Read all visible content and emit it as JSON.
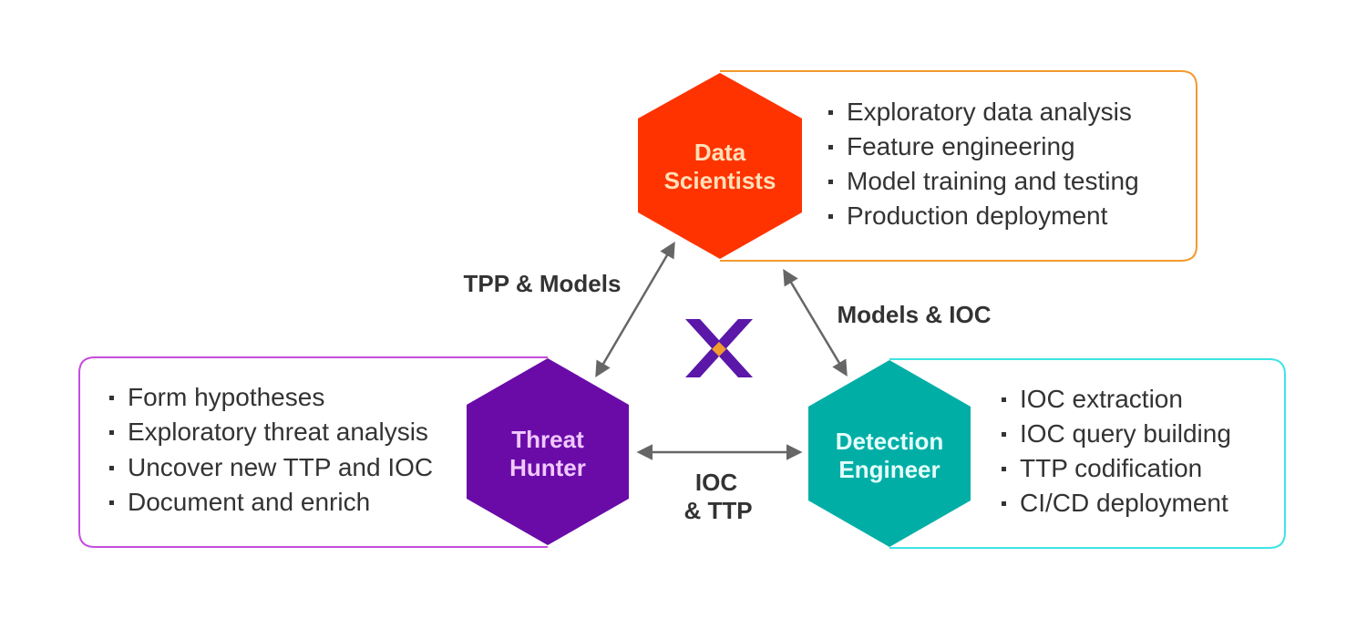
{
  "colors": {
    "data_scientists": "#ff3300",
    "data_scientists_text": "#ffe0b8",
    "data_scientists_border": "#f39a2e",
    "threat_hunter": "#6a0ba8",
    "threat_hunter_text": "#f0c8ff",
    "threat_hunter_border": "#c44ddd",
    "detection_engineer": "#00aea6",
    "detection_engineer_text": "#e4fffb",
    "detection_engineer_border": "#3ee4e4",
    "arrow": "#666666",
    "logo_purple": "#5a17a8",
    "logo_orange": "#f39a2e"
  },
  "nodes": {
    "data_scientists": {
      "title_line1": "Data",
      "title_line2": "Scientists",
      "items": [
        "Exploratory data analysis",
        "Feature engineering",
        "Model training and testing",
        "Production deployment"
      ]
    },
    "threat_hunter": {
      "title_line1": "Threat",
      "title_line2": "Hunter",
      "items": [
        "Form hypotheses",
        "Exploratory threat analysis",
        "Uncover new TTP and IOC",
        "Document and enrich"
      ]
    },
    "detection_engineer": {
      "title_line1": "Detection",
      "title_line2": "Engineer",
      "items": [
        "IOC extraction",
        "IOC query building",
        "TTP codification",
        "CI/CD deployment"
      ]
    }
  },
  "edges": {
    "hunter_scientists": "TPP & Models",
    "scientists_engineer": "Models & IOC",
    "hunter_engineer_line1": "IOC",
    "hunter_engineer_line2": "& TTP"
  },
  "logo": {
    "icon": "x-logo-icon"
  }
}
